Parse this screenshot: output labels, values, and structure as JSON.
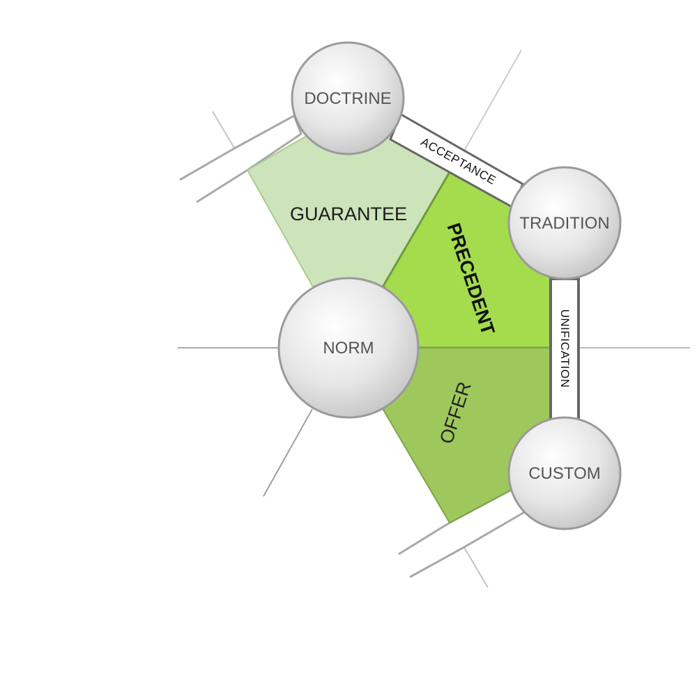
{
  "nodes": {
    "doctrine": "DOCTRINE",
    "tradition": "TRADITION",
    "norm": "NORM",
    "custom": "CUSTOM"
  },
  "edges": {
    "acceptance": "ACCEPTANCE",
    "unification": "UNIFICATION"
  },
  "regions": {
    "guarantee": "GUARANTEE",
    "precedent": "PRECEDENT",
    "offer": "OFFER"
  },
  "colors": {
    "guarantee_fill": "#cde4bb",
    "precedent_fill": "#a4dc4e",
    "offer_fill": "#9ec85c",
    "edge_border": "#666666",
    "node_fill": "#e2e2e2",
    "node_stroke": "#9a9a9a"
  }
}
